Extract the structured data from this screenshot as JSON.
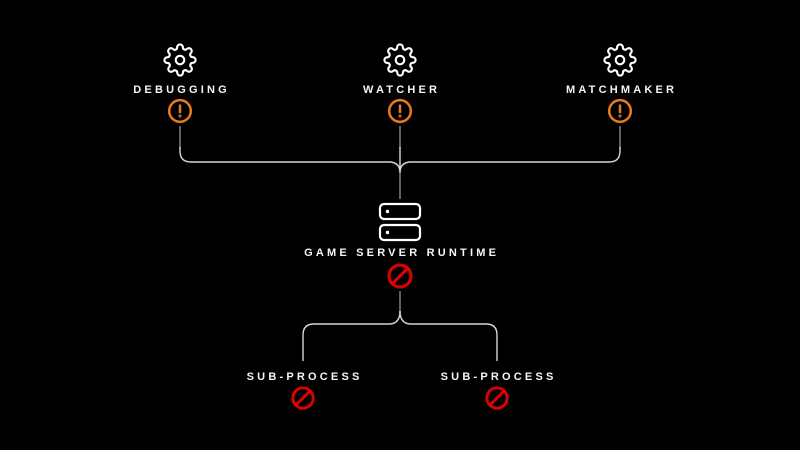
{
  "diagram": {
    "title": "game-server process diagram",
    "colors": {
      "background": "#000000",
      "line": "#d6d6d6",
      "stub": "#8a8a8a",
      "icon": "#ffffff",
      "label": "#f5f5f5",
      "warning": "#e87c1a",
      "error": "#dd0000"
    },
    "nodes": [
      {
        "id": "debugging",
        "label": "DEBUGGING",
        "icon": "gear-icon",
        "status": "warning"
      },
      {
        "id": "watcher",
        "label": "WATCHER",
        "icon": "gear-icon",
        "status": "warning"
      },
      {
        "id": "matchmaker",
        "label": "MATCHMAKER",
        "icon": "gear-icon",
        "status": "warning"
      },
      {
        "id": "game-server-runtime",
        "label": "GAME SERVER RUNTIME",
        "icon": "server-icon",
        "status": "blocked"
      },
      {
        "id": "sub-process-left",
        "label": "SUB-PROCESS",
        "icon": null,
        "status": "blocked"
      },
      {
        "id": "sub-process-right",
        "label": "SUB-PROCESS",
        "icon": null,
        "status": "blocked"
      }
    ],
    "edges": [
      {
        "from": "debugging",
        "to": "game-server-runtime"
      },
      {
        "from": "watcher",
        "to": "game-server-runtime"
      },
      {
        "from": "matchmaker",
        "to": "game-server-runtime"
      },
      {
        "from": "game-server-runtime",
        "to": "sub-process-left"
      },
      {
        "from": "game-server-runtime",
        "to": "sub-process-right"
      }
    ]
  }
}
